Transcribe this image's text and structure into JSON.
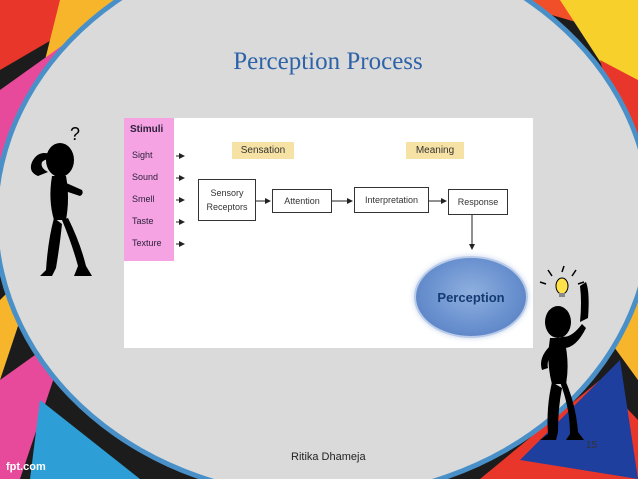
{
  "slide": {
    "title": "Perception Process",
    "author": "Ritika Dhameja",
    "page_number": "15",
    "logo_text": "fpt.com"
  },
  "diagram": {
    "stimuli": {
      "heading": "Stimuli",
      "items": [
        "Sight",
        "Sound",
        "Smell",
        "Taste",
        "Texture"
      ]
    },
    "headers": {
      "sensation": "Sensation",
      "meaning": "Meaning"
    },
    "boxes": {
      "sensory_line1": "Sensory",
      "sensory_line2": "Receptors",
      "attention": "Attention",
      "interpretation": "Interpretation",
      "response": "Response"
    },
    "outcome": "Perception"
  },
  "colors": {
    "title": "#2e63a8",
    "slide_background": "#dadada",
    "slide_border": "#4a90c8",
    "stimuli_panel": "#f5a3e3",
    "header_band": "#f6e2a4",
    "perception_ellipse": "#6a91cf",
    "bulb": "#ffe14a"
  },
  "icons": {
    "left_figure": "thinking-stick-figure-with-question-mark",
    "right_figure": "stick-figure-with-idea-lightbulb"
  }
}
